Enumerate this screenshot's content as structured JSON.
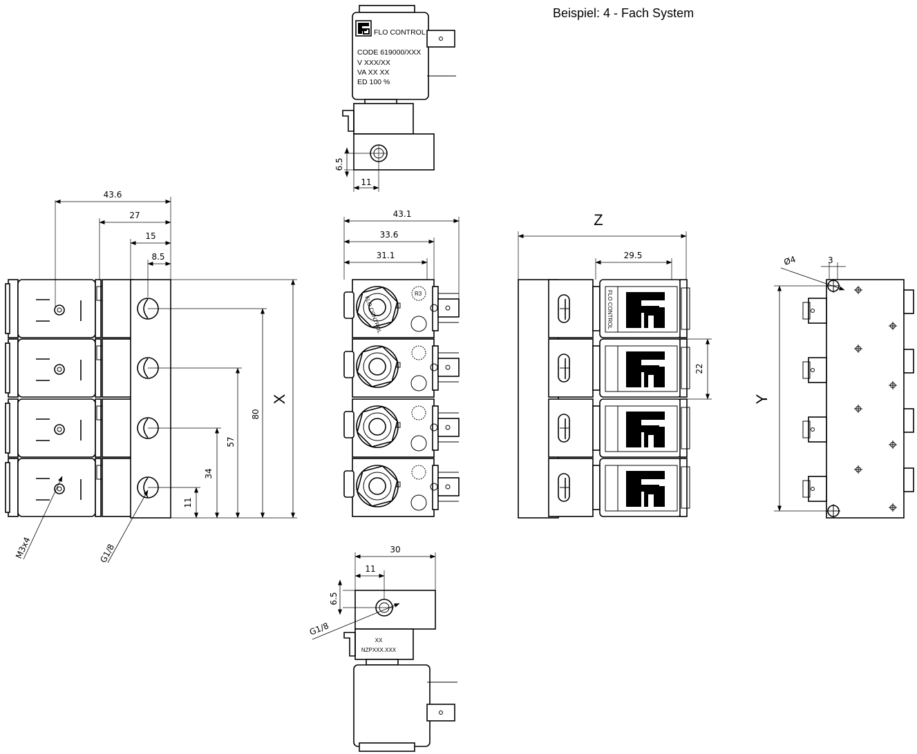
{
  "header": {
    "title": "Beispiel: 4 - Fach System"
  },
  "top_coil": {
    "brand": "FLO CONTROL",
    "lines": [
      "CODE 619000/XXX",
      "V  XXX/XX",
      "VA  XX  XX",
      "ED  100 %"
    ],
    "dims": {
      "h": "6.5",
      "w": "11"
    }
  },
  "side_view": {
    "dims": [
      "43.6",
      "27",
      "15",
      "8.5",
      "80",
      "57",
      "34",
      "11"
    ],
    "label_x": "X",
    "callout_thread": "M3x4",
    "callout_port": "G1/8"
  },
  "front_view": {
    "dims": [
      "43.1",
      "33.6",
      "31.1"
    ],
    "cap_text": "FLO CONTROL",
    "badge": "R3"
  },
  "back_view": {
    "label_z": "Z",
    "dims": [
      "29.5",
      "22"
    ],
    "plate_text": "FLO CONTROL"
  },
  "base_view": {
    "label_y": "Y",
    "dims": [
      "Ø4",
      "3"
    ]
  },
  "bottom_coil": {
    "dims": {
      "w": "30",
      "x": "11",
      "h": "6.5"
    },
    "callout_port": "G1/8",
    "label_lines": [
      "XX",
      "NZPXXX.XXX"
    ]
  },
  "icons": [
    "arrow-icon",
    "fc-logo-icon",
    "connector-icon"
  ]
}
